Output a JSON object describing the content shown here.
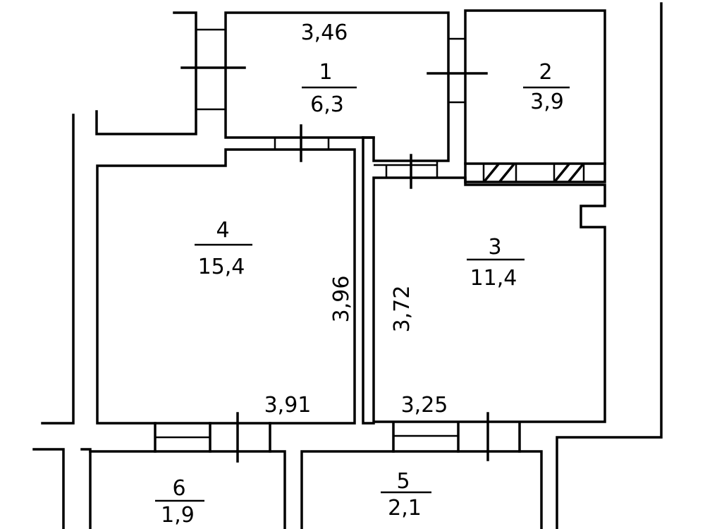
{
  "rooms": [
    {
      "number": "1",
      "area": "6,3"
    },
    {
      "number": "2",
      "area": "3,9"
    },
    {
      "number": "3",
      "area": "11,4"
    },
    {
      "number": "4",
      "area": "15,4"
    },
    {
      "number": "5",
      "area": "2,1"
    },
    {
      "number": "6",
      "area": "1,9"
    }
  ],
  "dimensions": {
    "room1_width": "3,46",
    "room4_height": "3,96",
    "room3_height": "3,72",
    "room4_width": "3,91",
    "room3_width": "3,25"
  },
  "colors": {
    "lines": "#000000",
    "background": "#ffffff"
  }
}
